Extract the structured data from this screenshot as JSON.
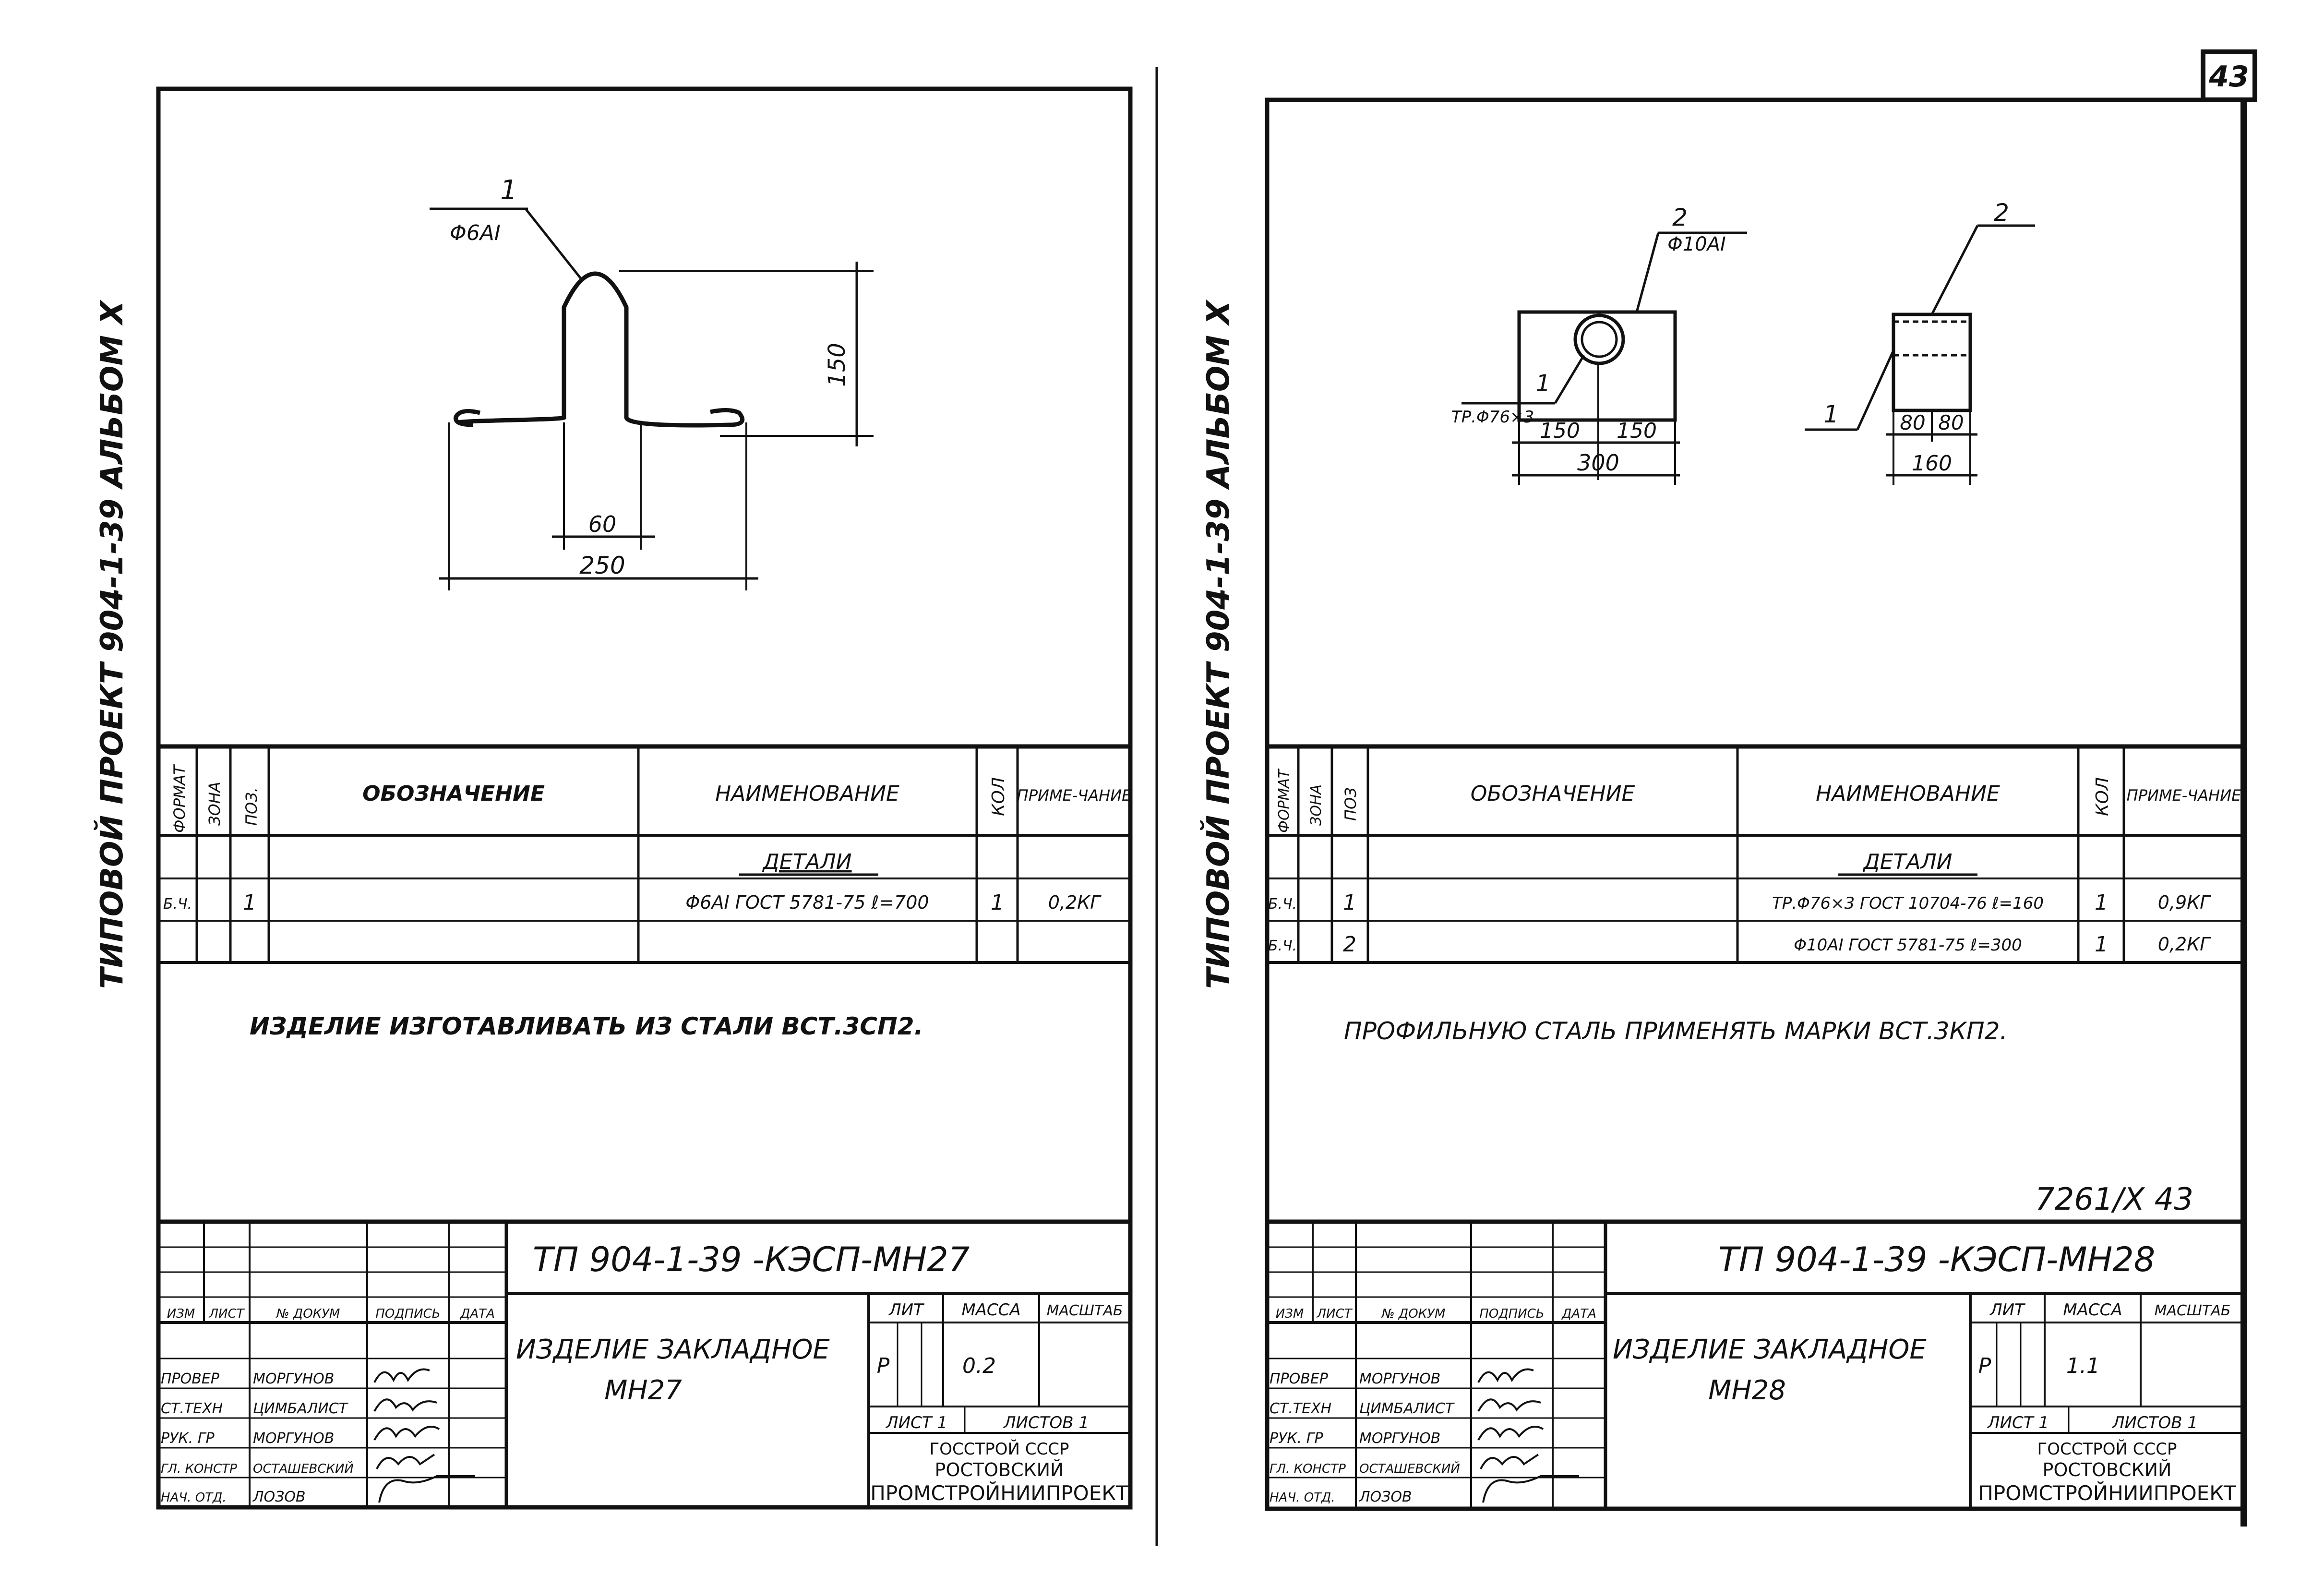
{
  "sheet_number": "43",
  "left": {
    "album_side": "ТИПОВОЙ ПРОЕКТ 904-1-39 АЛЬБОМ X",
    "callout_pos": "1",
    "callout_spec": "Φ6AI",
    "dim_height": "150",
    "dim_inner": "60",
    "dim_total": "250",
    "table_headers": {
      "format": "ФОРМАТ",
      "zone": "ЗОНА",
      "pos": "ПОЗ.",
      "designation": "ОБОЗНАЧЕНИЕ",
      "name": "НАИМЕНОВАНИЕ",
      "qty": "КОЛ",
      "note": "ПРИМЕ-ЧАНИЕ"
    },
    "section": "ДЕТАЛИ",
    "rows": [
      {
        "format": "Б.Ч.",
        "pos": "1",
        "name": "Φ6AI ГОСТ 5781-75 ℓ=700",
        "qty": "1",
        "note": "0,2КГ"
      }
    ],
    "note": "ИЗДЕЛИЕ ИЗГОТАВЛИВАТЬ ИЗ СТАЛИ ВСТ.3СП2.",
    "doc_code": "ТП 904-1-39 -КЭСП-МН27",
    "title_line1": "ИЗДЕЛИЕ ЗАКЛАДНОЕ",
    "title_line2": "МН27",
    "rev_headers": [
      "ИЗМ",
      "ЛИСТ",
      "№ ДОКУМ",
      "ПОДПИСЬ",
      "ДАТА"
    ],
    "staff": [
      {
        "role": "ПРОВЕР",
        "name": "МОРГУНОВ"
      },
      {
        "role": "СТ.ТЕХН",
        "name": "ЦИМБАЛИСТ"
      },
      {
        "role": "РУК. ГР",
        "name": "МОРГУНОВ"
      },
      {
        "role": "ГЛ. КОНСТР",
        "name": "ОСТАШЕВСКИЙ"
      },
      {
        "role": "НАЧ. ОТД.",
        "name": "ЛОЗОВ"
      }
    ],
    "lit_label": "ЛИТ",
    "mass_label": "МАССА",
    "scale_label": "МАСШТАБ",
    "lit_value": "Р",
    "mass_value": "0.2",
    "sheet_label": "ЛИСТ 1",
    "sheets_label": "ЛИСТОВ 1",
    "org_line1": "ГОССТРОЙ СССР",
    "org_line2": "РОСТОВСКИЙ",
    "org_line3": "ПРОМСТРОЙНИИПРОЕКТ"
  },
  "right": {
    "album_side": "ТИПОВОЙ ПРОЕКТ 904-1-39 АЛЬБОМ X",
    "callout2_pos": "2",
    "callout2_spec": "Φ10AI",
    "callout1_pos": "1",
    "callout1_spec": "ТР.Φ76×3",
    "dim_a": "150",
    "dim_b": "150",
    "dim_total": "300",
    "side_callout2": "2",
    "side_callout1": "1",
    "dim_c": "80",
    "dim_d": "80",
    "dim_side_total": "160",
    "table_headers": {
      "format": "ФОРМАТ",
      "zone": "ЗОНА",
      "pos": "ПОЗ",
      "designation": "ОБОЗНАЧЕНИЕ",
      "name": "НАИМЕНОВАНИЕ",
      "qty": "КОЛ",
      "note": "ПРИМЕ-ЧАНИЕ"
    },
    "section": "ДЕТАЛИ",
    "rows": [
      {
        "format": "Б.Ч.",
        "pos": "1",
        "name": "ТР.Φ76×3 ГОСТ 10704-76 ℓ=160",
        "qty": "1",
        "note": "0,9КГ"
      },
      {
        "format": "Б.Ч.",
        "pos": "2",
        "name": "Φ10AI ГОСТ 5781-75 ℓ=300",
        "qty": "1",
        "note": "0,2КГ"
      }
    ],
    "note": "ПРОФИЛЬНУЮ СТАЛЬ ПРИМЕНЯТЬ МАРКИ ВСТ.3КП2.",
    "stamp_number": "7261/X 43",
    "doc_code": "ТП 904-1-39 -КЭСП-МН28",
    "title_line1": "ИЗДЕЛИЕ ЗАКЛАДНОЕ",
    "title_line2": "МН28",
    "rev_headers": [
      "ИЗМ",
      "ЛИСТ",
      "№ ДОКУМ",
      "ПОДПИСЬ",
      "ДАТА"
    ],
    "staff": [
      {
        "role": "ПРОВЕР",
        "name": "МОРГУНОВ"
      },
      {
        "role": "СТ.ТЕХН",
        "name": "ЦИМБАЛИСТ"
      },
      {
        "role": "РУК. ГР",
        "name": "МОРГУНОВ"
      },
      {
        "role": "ГЛ. КОНСТР",
        "name": "ОСТАШЕВСКИЙ"
      },
      {
        "role": "НАЧ. ОТД.",
        "name": "ЛОЗОВ"
      }
    ],
    "lit_label": "ЛИТ",
    "mass_label": "МАССА",
    "scale_label": "МАСШТАБ",
    "lit_value": "Р",
    "mass_value": "1.1",
    "sheet_label": "ЛИСТ 1",
    "sheets_label": "ЛИСТОВ 1",
    "org_line1": "ГОССТРОЙ СССР",
    "org_line2": "РОСТОВСКИЙ",
    "org_line3": "ПРОМСТРОЙНИИПРОЕКТ"
  }
}
